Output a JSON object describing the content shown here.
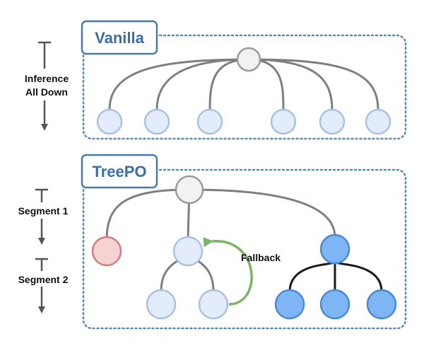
{
  "vanilla": {
    "title": "Vanilla",
    "side_label_line1": "Inference",
    "side_label_line2": "All Down"
  },
  "treepo": {
    "title": "TreePO",
    "segment1_label": "Segment 1",
    "segment2_label": "Segment 2",
    "fallback_label": "Fallback"
  },
  "colors": {
    "group_border": "#5b8ab5",
    "title_border": "#4a7aab",
    "title_text": "#3b6ea5",
    "root_fill": "#f2f2f2",
    "root_stroke": "#9a9a9a",
    "light_node_fill": "#e3ecfb",
    "light_node_stroke": "#a9c2e3",
    "red_node_fill": "#f5d3d3",
    "red_node_stroke": "#d47d7d",
    "blue_node_fill": "#7db5f5",
    "blue_node_stroke": "#4a89d6",
    "edge_gray": "#7f7f7f",
    "edge_black": "#1a1a1a",
    "fallback_arrow": "#78b462",
    "side_arrow": "#555555"
  }
}
